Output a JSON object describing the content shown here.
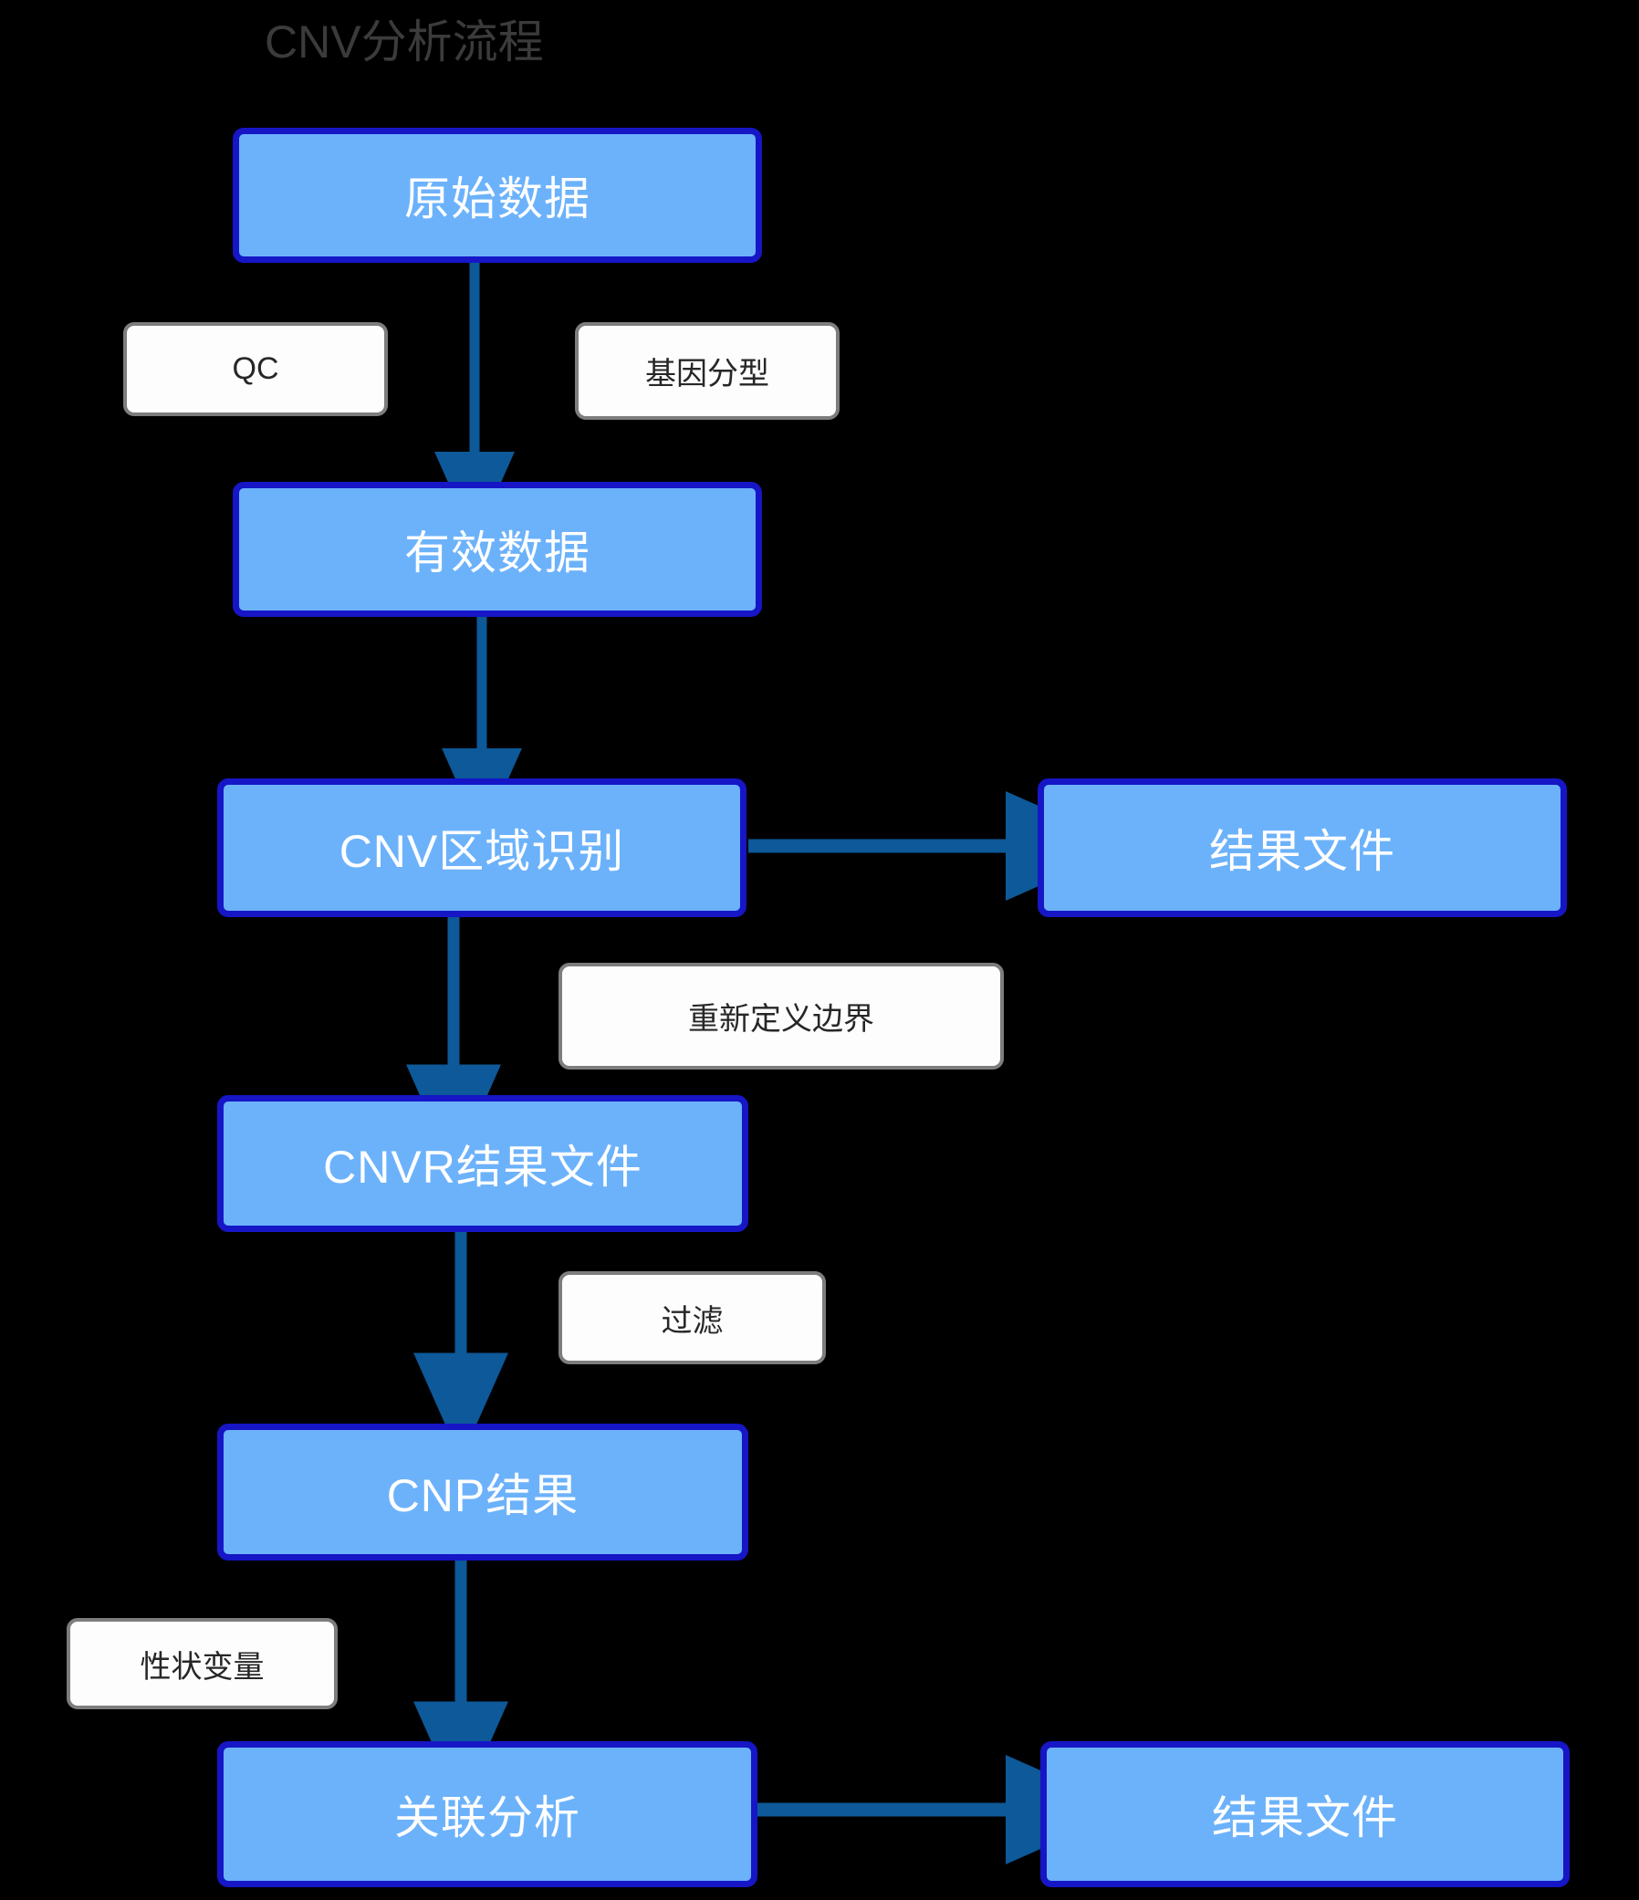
{
  "diagram": {
    "title": "CNV分析流程",
    "background_color": "#000000",
    "title_color": "#3b3b3b",
    "node_fill": "#6cb2fb",
    "node_border": "#1616c6",
    "node_text_color": "#ffffff",
    "label_fill": "#fdfdfd",
    "label_border": "#7d7d7d",
    "label_text_color": "#272727",
    "arrow_color": "#0d5999",
    "nodes": [
      {
        "id": "raw-data",
        "label": "原始数据"
      },
      {
        "id": "valid-data",
        "label": "有效数据"
      },
      {
        "id": "cnv-region-call",
        "label": "CNV区域识别"
      },
      {
        "id": "result-file-top",
        "label": "结果文件"
      },
      {
        "id": "cnvr-result",
        "label": "CNVR结果文件"
      },
      {
        "id": "cnp-result",
        "label": "CNP结果"
      },
      {
        "id": "association",
        "label": "关联分析"
      },
      {
        "id": "result-file-bottom",
        "label": "结果文件"
      }
    ],
    "edge_labels": [
      {
        "id": "qc",
        "label": "QC"
      },
      {
        "id": "genotyping",
        "label": "基因分型"
      },
      {
        "id": "redefine",
        "label": "重新定义边界"
      },
      {
        "id": "filter",
        "label": "过滤"
      },
      {
        "id": "trait-variable",
        "label": "性状变量"
      }
    ],
    "edges": [
      {
        "from": "raw-data",
        "to": "valid-data",
        "direction": "down"
      },
      {
        "from": "valid-data",
        "to": "cnv-region-call",
        "direction": "down"
      },
      {
        "from": "cnv-region-call",
        "to": "result-file-top",
        "direction": "right"
      },
      {
        "from": "cnv-region-call",
        "to": "cnvr-result",
        "direction": "down"
      },
      {
        "from": "cnvr-result",
        "to": "cnp-result",
        "direction": "down"
      },
      {
        "from": "cnp-result",
        "to": "association",
        "direction": "down"
      },
      {
        "from": "association",
        "to": "result-file-bottom",
        "direction": "right"
      }
    ]
  }
}
